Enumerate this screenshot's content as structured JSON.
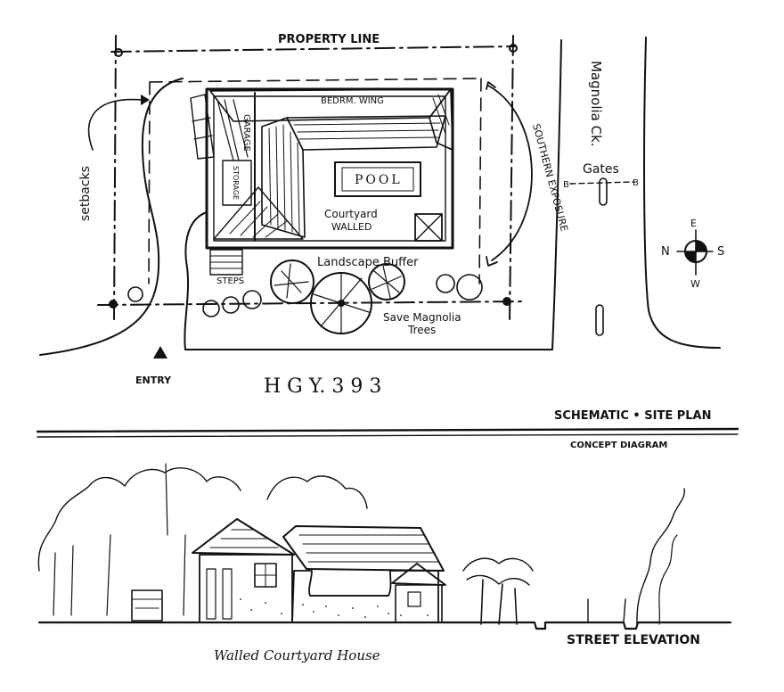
{
  "plan": {
    "property_line": "PROPERTY LINE",
    "bedroom_wing": "BEDRM. WING",
    "garage": "GARAGE",
    "storage": "STORAGE",
    "pool": "POOL",
    "courtyard_line1": "Courtyard",
    "courtyard_line2": "WALLED",
    "setbacks": "setbacks",
    "southern_exposure": "SOUTHERN EXPOSURE",
    "street_name": "Magnolia Ck.",
    "gates": "Gates",
    "section_mark_left": "B",
    "section_mark_right": "B",
    "landscape_buffer": "Landscape Buffer",
    "steps": "STEPS",
    "save_trees_line1": "Save Magnolia",
    "save_trees_line2": "Trees",
    "entry": "ENTRY",
    "highway": "H G Y.   3 9 3",
    "compass": {
      "n": "N",
      "s": "S",
      "e": "E",
      "w": "W"
    }
  },
  "titles": {
    "schematic": "SCHEMATIC • SITE PLAN",
    "concept": "CONCEPT DIAGRAM"
  },
  "elevation": {
    "street_elevation": "STREET ELEVATION",
    "house_caption": "Walled Courtyard House"
  }
}
